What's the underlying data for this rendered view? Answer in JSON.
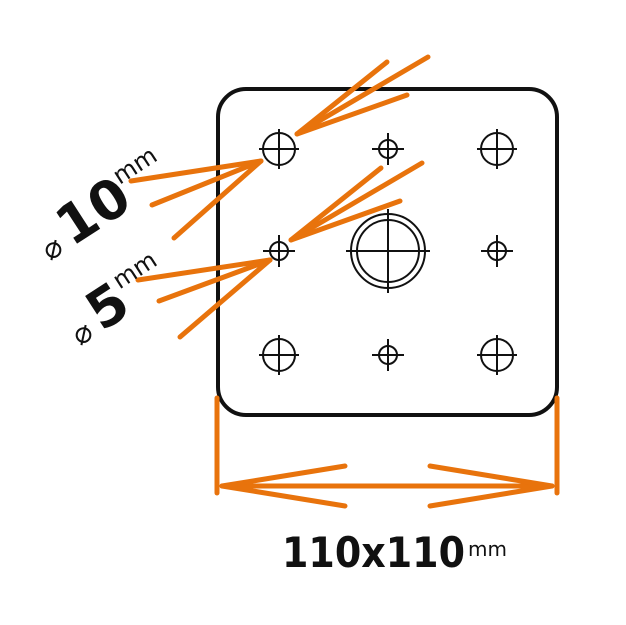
{
  "colors": {
    "accent": "#E8730C",
    "ink": "#111111",
    "background": "#FFFFFF"
  },
  "labels": {
    "diameter_symbol": "⌀",
    "large_hole_value": "10",
    "large_hole_unit": "mm",
    "small_hole_value": "5",
    "small_hole_unit": "mm",
    "plate_size_value": "110x110",
    "plate_size_unit": "mm"
  }
}
